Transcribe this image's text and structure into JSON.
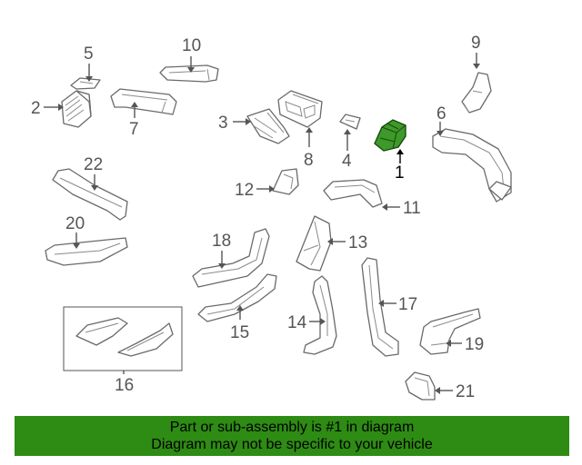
{
  "callouts": {
    "n1": "1",
    "n2": "2",
    "n3": "3",
    "n4": "4",
    "n5": "5",
    "n6": "6",
    "n7": "7",
    "n8": "8",
    "n9": "9",
    "n10": "10",
    "n11": "11",
    "n12": "12",
    "n13": "13",
    "n14": "14",
    "n15": "15",
    "n16": "16",
    "n17": "17",
    "n18": "18",
    "n19": "19",
    "n20": "20",
    "n21": "21",
    "n22": "22"
  },
  "highlighted_part": "1",
  "colors": {
    "highlight": "#3d9a2a",
    "banner": "#2e8b14",
    "line": "#6a6a6a"
  },
  "banner": {
    "line1": "Part or sub-assembly is #1 in diagram",
    "line2": "Diagram may not be specific to your vehicle"
  }
}
